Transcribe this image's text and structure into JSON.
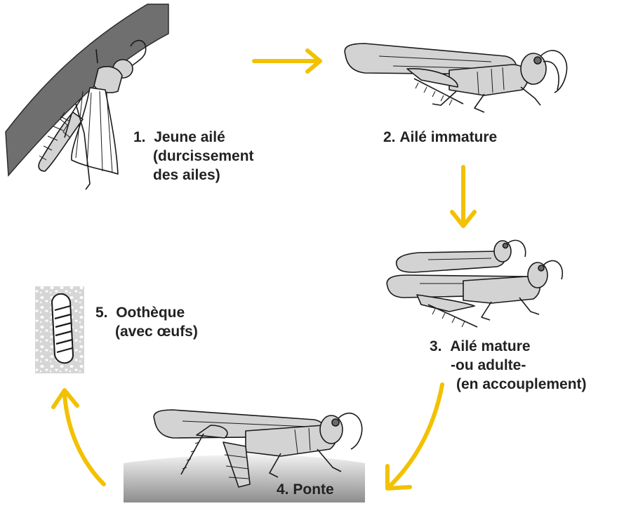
{
  "colors": {
    "arrow": "#F2C100",
    "branch": "#6f6f6f",
    "insect_fill": "#d3d3d3",
    "outline": "#1a1a1a",
    "ground_top": "#f2f2f2",
    "ground_bottom": "#8d8d8d",
    "text": "#222222"
  },
  "stages": [
    {
      "number": "1.",
      "lines": [
        "Jeune ailé",
        "(durcissement",
        "des ailes)"
      ]
    },
    {
      "number": "2.",
      "lines": [
        "Ailé immature"
      ]
    },
    {
      "number": "3.",
      "lines": [
        "Ailé mature",
        "-ou adulte-",
        "(en accouplement)"
      ]
    },
    {
      "number": "4.",
      "lines": [
        "Ponte"
      ]
    },
    {
      "number": "5.",
      "lines": [
        "Oothèque",
        "(avec œufs)"
      ]
    }
  ]
}
